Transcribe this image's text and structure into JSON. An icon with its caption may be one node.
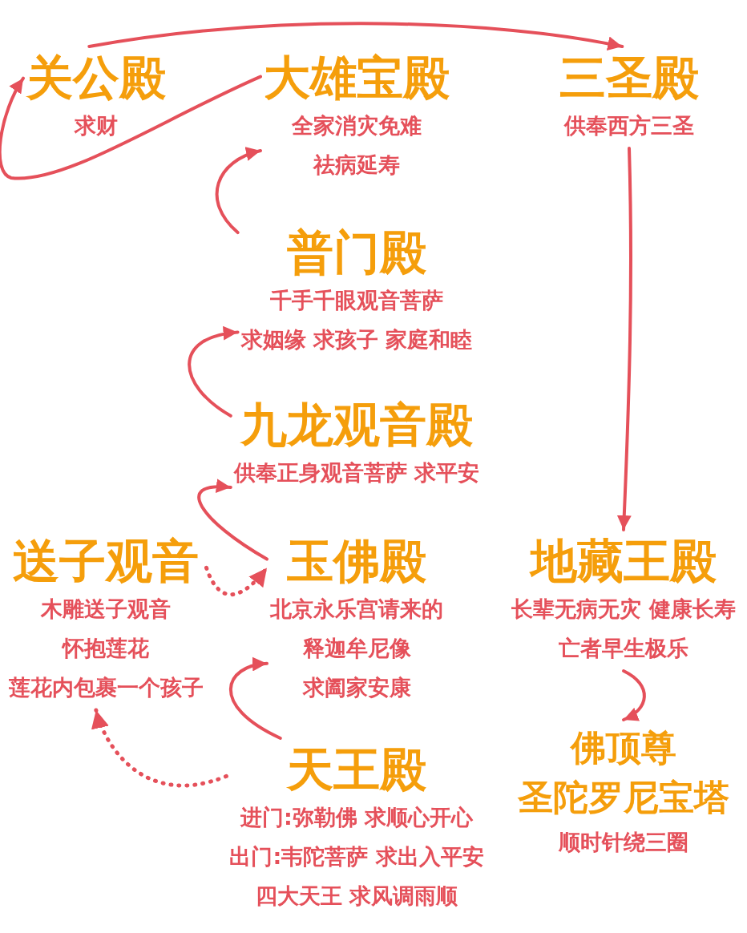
{
  "diagram": {
    "nodes": [
      {
        "text": [
          "关公殿",
          "求财"
        ]
      },
      {
        "text": [
          "大雄宝殿",
          "全家消灾免难祛病延寿"
        ]
      },
      {
        "text": [
          "三圣殿",
          "供奉西方三圣"
        ]
      },
      {
        "text": [
          "普门殿",
          "千手千眼观音菩萨求姻缘 求孩子 家庭和睦"
        ]
      },
      {
        "text": [
          "九龙观音殿",
          "供奉正身观音菩萨 求平安"
        ]
      },
      {
        "text": [
          "送子观音",
          "木雕送子观音怀抱莲花莲花内包裹一个孩子"
        ]
      },
      {
        "text": [
          "玉佛殿",
          "北京永乐宫请来的释迦牟尼像求阖家安康"
        ]
      },
      {
        "text": [
          "地藏王殿",
          "长辈无病无灾 健康长寿亡者早生极乐"
        ]
      },
      {
        "text": [
          "天王殿",
          "进门:弥勒佛 求顺心开心出门:韦陀菩萨 求出入平安四大天王 求风调雨顺"
        ]
      },
      {
        "text": [
          "佛顶尊圣陀罗尼宝塔",
          "顺时针绕三圈"
        ]
      }
    ],
    "edges": [
      {
        "from": 0,
        "to": 2,
        "arrow": "to"
      },
      {
        "from": 1,
        "to": 0,
        "arrow": "to"
      },
      {
        "from": 3,
        "to": 1,
        "arrow": "to"
      },
      {
        "from": 4,
        "to": 3,
        "arrow": "to"
      },
      {
        "from": 6,
        "to": 4,
        "arrow": "to"
      },
      {
        "from": 5,
        "to": 6,
        "arrow": "to",
        "style": "dashed"
      },
      {
        "from": 8,
        "to": 5,
        "arrow": "to",
        "style": "dashed"
      },
      {
        "from": 8,
        "to": 6,
        "arrow": "to"
      },
      {
        "from": 2,
        "to": 7,
        "arrow": "to"
      },
      {
        "from": 7,
        "to": 9,
        "arrow": "to"
      }
    ]
  }
}
